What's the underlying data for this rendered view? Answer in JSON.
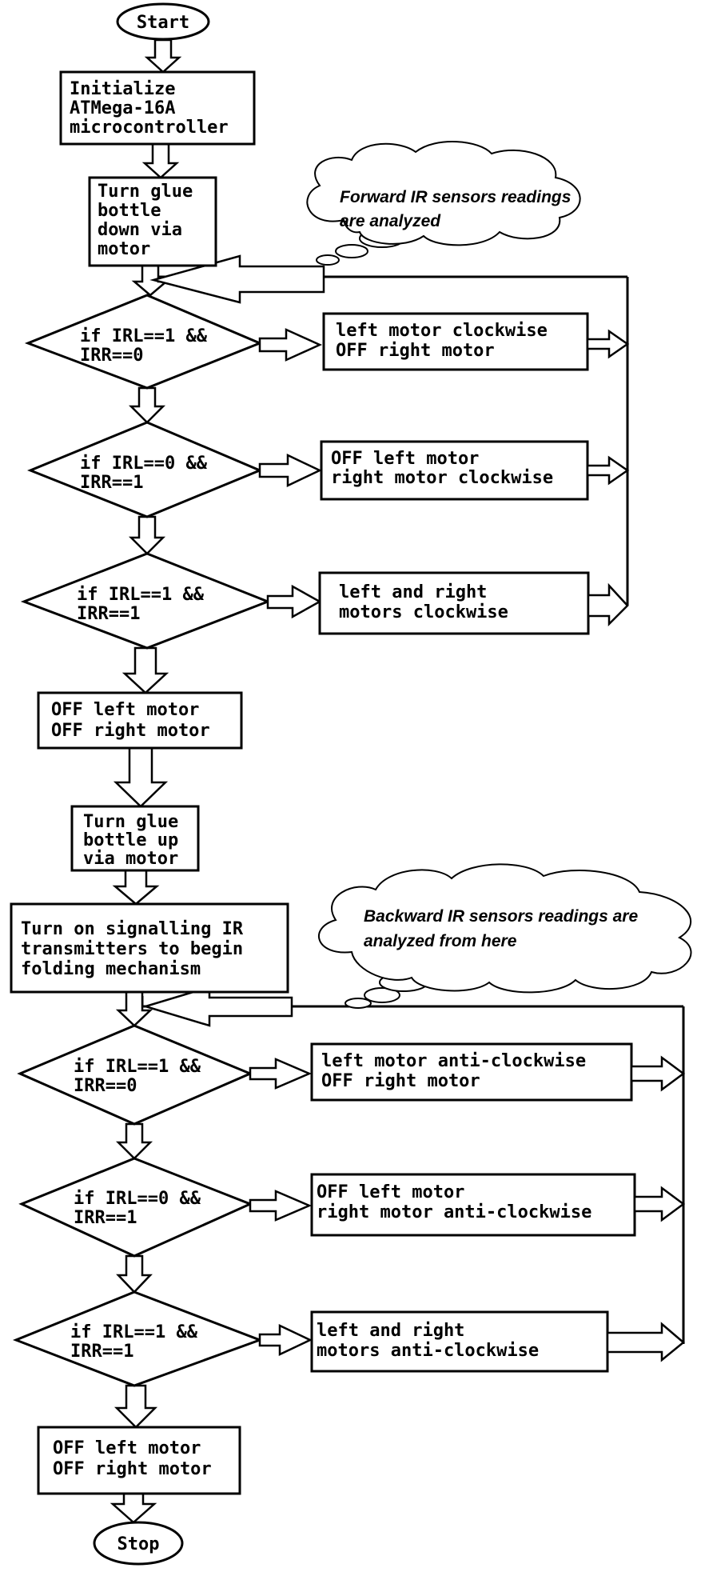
{
  "terminals": {
    "start": "Start",
    "stop": "Stop"
  },
  "steps": {
    "init": [
      "Initialize",
      "ATMega-16A",
      "microcontroller"
    ],
    "glue_down": [
      "Turn glue",
      "bottle",
      "down via",
      "motor"
    ],
    "off_1": [
      "OFF left motor",
      "OFF right motor"
    ],
    "glue_up": [
      "Turn glue",
      "bottle up",
      "via motor"
    ],
    "signal": [
      "Turn on signalling IR",
      "transmitters to begin",
      "folding mechanism"
    ],
    "off_2": [
      "OFF left motor",
      "OFF right motor"
    ]
  },
  "forward": {
    "note": [
      "Forward IR sensors readings",
      "are analyzed"
    ],
    "decisions": [
      [
        "if IRL==1 &&",
        "IRR==0"
      ],
      [
        "if IRL==0 &&",
        "IRR==1"
      ],
      [
        "if IRL==1 &&",
        "IRR==1"
      ]
    ],
    "actions": [
      [
        "left motor clockwise",
        "OFF right motor"
      ],
      [
        "OFF left motor",
        "right motor clockwise"
      ],
      [
        "left and right",
        "motors clockwise"
      ]
    ]
  },
  "backward": {
    "note": [
      "Backward IR sensors readings are",
      "analyzed from here"
    ],
    "decisions": [
      [
        "if IRL==1 &&",
        "IRR==0"
      ],
      [
        "if IRL==0 &&",
        "IRR==1"
      ],
      [
        "if IRL==1 &&",
        "IRR==1"
      ]
    ],
    "actions": [
      [
        "left motor anti-clockwise",
        "OFF right motor"
      ],
      [
        "OFF left motor",
        "right motor anti-clockwise"
      ],
      [
        "left and right",
        "motors anti-clockwise"
      ]
    ]
  }
}
